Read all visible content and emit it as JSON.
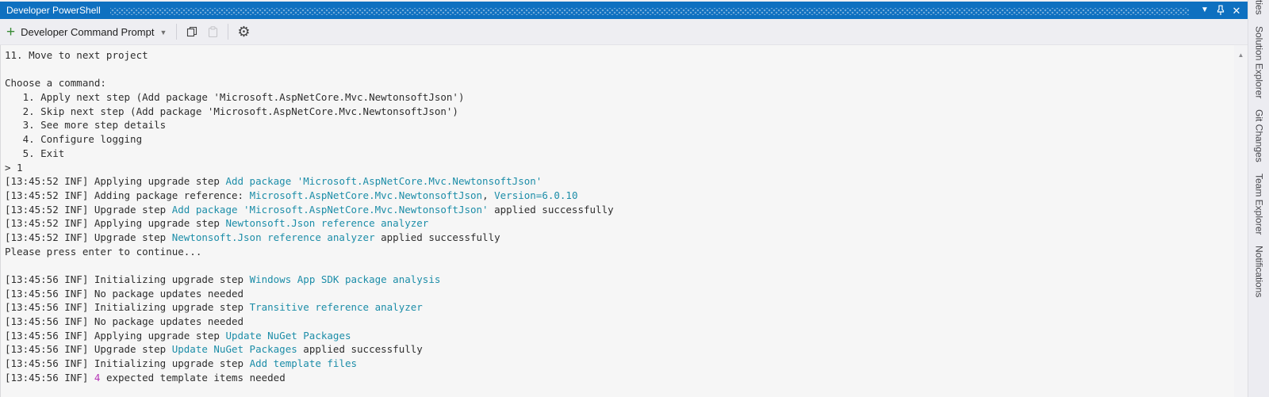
{
  "panel": {
    "title": "Developer PowerShell",
    "window_controls": {
      "position_menu": "window-position",
      "pin": "auto-hide-pin",
      "close": "close"
    }
  },
  "toolbar": {
    "new_terminal_label": "Developer Command Prompt",
    "icons": [
      "add",
      "dropdown-caret",
      "copy",
      "paste",
      "settings-gear"
    ]
  },
  "terminal": {
    "lines": [
      {
        "segments": [
          {
            "t": "11. Move to next project",
            "c": "default"
          }
        ]
      },
      {
        "segments": []
      },
      {
        "segments": [
          {
            "t": "Choose a command:",
            "c": "default"
          }
        ]
      },
      {
        "segments": [
          {
            "t": "   1. Apply next step (Add package 'Microsoft.AspNetCore.Mvc.NewtonsoftJson')",
            "c": "default"
          }
        ]
      },
      {
        "segments": [
          {
            "t": "   2. Skip next step (Add package 'Microsoft.AspNetCore.Mvc.NewtonsoftJson')",
            "c": "default"
          }
        ]
      },
      {
        "segments": [
          {
            "t": "   3. See more step details",
            "c": "default"
          }
        ]
      },
      {
        "segments": [
          {
            "t": "   4. Configure logging",
            "c": "default"
          }
        ]
      },
      {
        "segments": [
          {
            "t": "   5. Exit",
            "c": "default"
          }
        ]
      },
      {
        "segments": [
          {
            "t": "> 1",
            "c": "default"
          }
        ]
      },
      {
        "segments": [
          {
            "t": "[13:45:52 INF] Applying upgrade step ",
            "c": "default"
          },
          {
            "t": "Add package 'Microsoft.AspNetCore.Mvc.NewtonsoftJson'",
            "c": "accent"
          }
        ]
      },
      {
        "segments": [
          {
            "t": "[13:45:52 INF] Adding package reference: ",
            "c": "default"
          },
          {
            "t": "Microsoft.AspNetCore.Mvc.NewtonsoftJson",
            "c": "accent"
          },
          {
            "t": ", ",
            "c": "default"
          },
          {
            "t": "Version=6.0.10",
            "c": "accent"
          }
        ]
      },
      {
        "segments": [
          {
            "t": "[13:45:52 INF] Upgrade step ",
            "c": "default"
          },
          {
            "t": "Add package 'Microsoft.AspNetCore.Mvc.NewtonsoftJson'",
            "c": "accent"
          },
          {
            "t": " applied successfully",
            "c": "default"
          }
        ]
      },
      {
        "segments": [
          {
            "t": "[13:45:52 INF] Applying upgrade step ",
            "c": "default"
          },
          {
            "t": "Newtonsoft.Json reference analyzer",
            "c": "accent"
          }
        ]
      },
      {
        "segments": [
          {
            "t": "[13:45:52 INF] Upgrade step ",
            "c": "default"
          },
          {
            "t": "Newtonsoft.Json reference analyzer",
            "c": "accent"
          },
          {
            "t": " applied successfully",
            "c": "default"
          }
        ]
      },
      {
        "segments": [
          {
            "t": "Please press enter to continue...",
            "c": "default"
          }
        ]
      },
      {
        "segments": []
      },
      {
        "segments": [
          {
            "t": "[13:45:56 INF] Initializing upgrade step ",
            "c": "default"
          },
          {
            "t": "Windows App SDK package analysis",
            "c": "accent"
          }
        ]
      },
      {
        "segments": [
          {
            "t": "[13:45:56 INF] No package updates needed",
            "c": "default"
          }
        ]
      },
      {
        "segments": [
          {
            "t": "[13:45:56 INF] Initializing upgrade step ",
            "c": "default"
          },
          {
            "t": "Transitive reference analyzer",
            "c": "accent"
          }
        ]
      },
      {
        "segments": [
          {
            "t": "[13:45:56 INF] No package updates needed",
            "c": "default"
          }
        ]
      },
      {
        "segments": [
          {
            "t": "[13:45:56 INF] Applying upgrade step ",
            "c": "default"
          },
          {
            "t": "Update NuGet Packages",
            "c": "accent"
          }
        ]
      },
      {
        "segments": [
          {
            "t": "[13:45:56 INF] Upgrade step ",
            "c": "default"
          },
          {
            "t": "Update NuGet Packages",
            "c": "accent"
          },
          {
            "t": " applied successfully",
            "c": "default"
          }
        ]
      },
      {
        "segments": [
          {
            "t": "[13:45:56 INF] Initializing upgrade step ",
            "c": "default"
          },
          {
            "t": "Add template files",
            "c": "accent"
          }
        ]
      },
      {
        "segments": [
          {
            "t": "[13:45:56 INF] ",
            "c": "default"
          },
          {
            "t": "4",
            "c": "number"
          },
          {
            "t": " expected template items needed",
            "c": "default"
          }
        ]
      }
    ]
  },
  "side_tabs": {
    "items": [
      {
        "id": "properties-partial",
        "label": "ties"
      },
      {
        "id": "solution-explorer",
        "label": "Solution Explorer"
      },
      {
        "id": "git-changes",
        "label": "Git Changes"
      },
      {
        "id": "team-explorer",
        "label": "Team Explorer"
      },
      {
        "id": "notifications",
        "label": "Notifications"
      }
    ]
  },
  "colors": {
    "titlebar_blue": "#0E70C0",
    "accent_teal": "#1C8DA8",
    "number_magenta": "#B535B5",
    "plus_green": "#388A34",
    "toolbar_bg": "#EEEEF2",
    "terminal_bg": "#F6F6F6"
  }
}
